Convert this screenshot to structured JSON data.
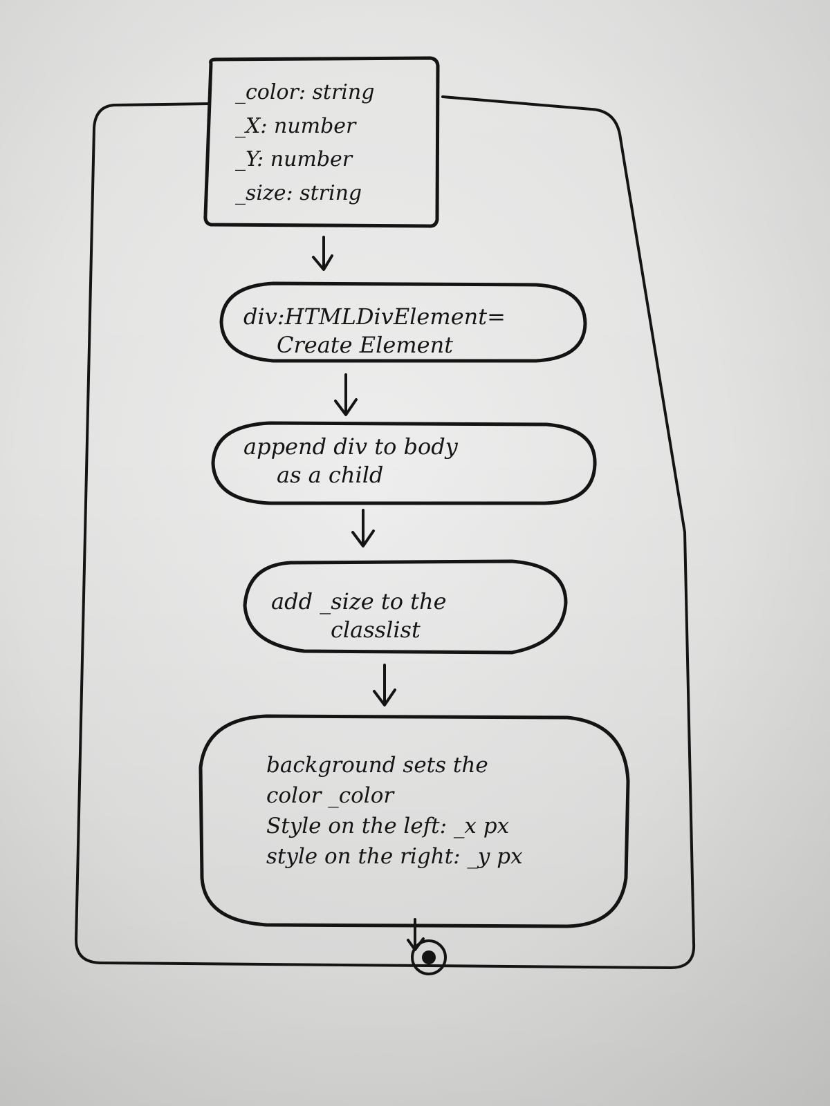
{
  "diagram": {
    "attribute_box": {
      "lines": [
        "_color: string",
        "_X: number",
        "_Y: number",
        "_size: string"
      ]
    },
    "steps": [
      {
        "lines": [
          "div:HTMLDivElement=",
          "Create Element"
        ]
      },
      {
        "lines": [
          "append div to body",
          "as a child"
        ]
      },
      {
        "lines": [
          "add _size to the",
          "classlist"
        ]
      },
      {
        "lines": [
          "background sets the",
          "color _color",
          "Style on the left: _x px",
          "style on the right: _y px"
        ]
      }
    ],
    "colors": {
      "ink": "#141414",
      "paper": "#e4e4e3"
    },
    "final_node": "end-node"
  }
}
